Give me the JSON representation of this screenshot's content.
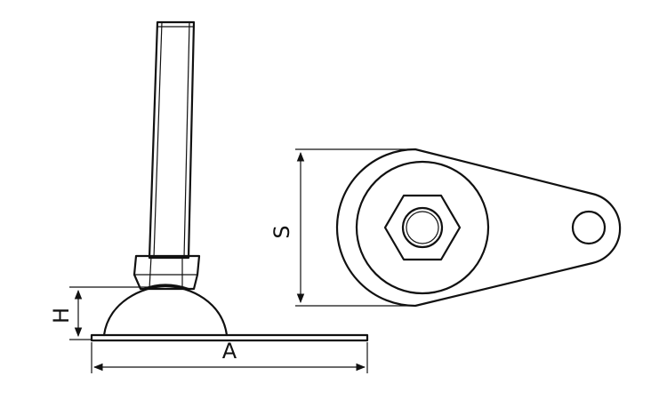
{
  "dimensions": {
    "height_label": "H",
    "width_label": "A",
    "span_label": "S"
  },
  "colors": {
    "line": "#111111",
    "background": "#ffffff"
  }
}
